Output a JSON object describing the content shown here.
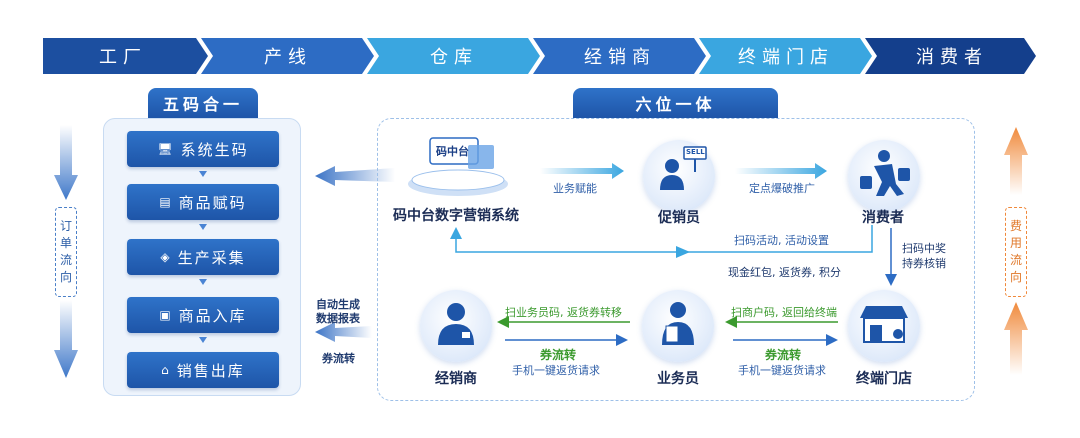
{
  "chain": [
    "工厂",
    "产线",
    "仓库",
    "经销商",
    "终端门店",
    "消费者"
  ],
  "left": {
    "title": "五码合一",
    "steps": [
      {
        "label": "系统生码",
        "icon": "monitor-icon"
      },
      {
        "label": "商品赋码",
        "icon": "document-icon"
      },
      {
        "label": "生产采集",
        "icon": "stack-icon"
      },
      {
        "label": "商品入库",
        "icon": "box-in-icon"
      },
      {
        "label": "销售出库",
        "icon": "warehouse-icon"
      }
    ]
  },
  "right": {
    "title": "六位一体",
    "platform_badge": "码中台",
    "sell_sign": "SELL",
    "nodes": {
      "platform": "码中台数字营销系统",
      "promoter": "促销员",
      "consumer": "消费者",
      "dealer": "经销商",
      "salesman": "业务员",
      "store": "终端门店"
    },
    "edges": {
      "platform_promoter": "业务赋能",
      "promoter_consumer": "定点爆破推广",
      "feedback": "扫码活动, 活动设置",
      "consumer_store_1": "扫码中奖",
      "consumer_store_2": "持券核销",
      "rewards": "现金红包, 返货券, 积分",
      "sales_dealer": "扫业务员码, 返货券转移",
      "dealer_sales_1": "券流转",
      "dealer_sales_2": "手机一键返货请求",
      "store_sales": "扫商户码, 返回给终端",
      "sales_store_1": "券流转",
      "sales_store_2": "手机一键返货请求"
    }
  },
  "middle": {
    "report_1": "自动生成",
    "report_2": "数据报表",
    "coupon": "券流转"
  },
  "side": {
    "order_flow": [
      "订",
      "单",
      "流",
      "向"
    ],
    "cost_flow": [
      "费",
      "用",
      "流",
      "向"
    ]
  },
  "colors": {
    "chain": [
      "#1c4fa0",
      "#2d6cc4",
      "#3aa6e0",
      "#2d6cc4",
      "#3aa6e0",
      "#143f8c"
    ],
    "accent": "#2d6cc4",
    "green": "#3b9a2e",
    "orange": "#f0883a"
  }
}
